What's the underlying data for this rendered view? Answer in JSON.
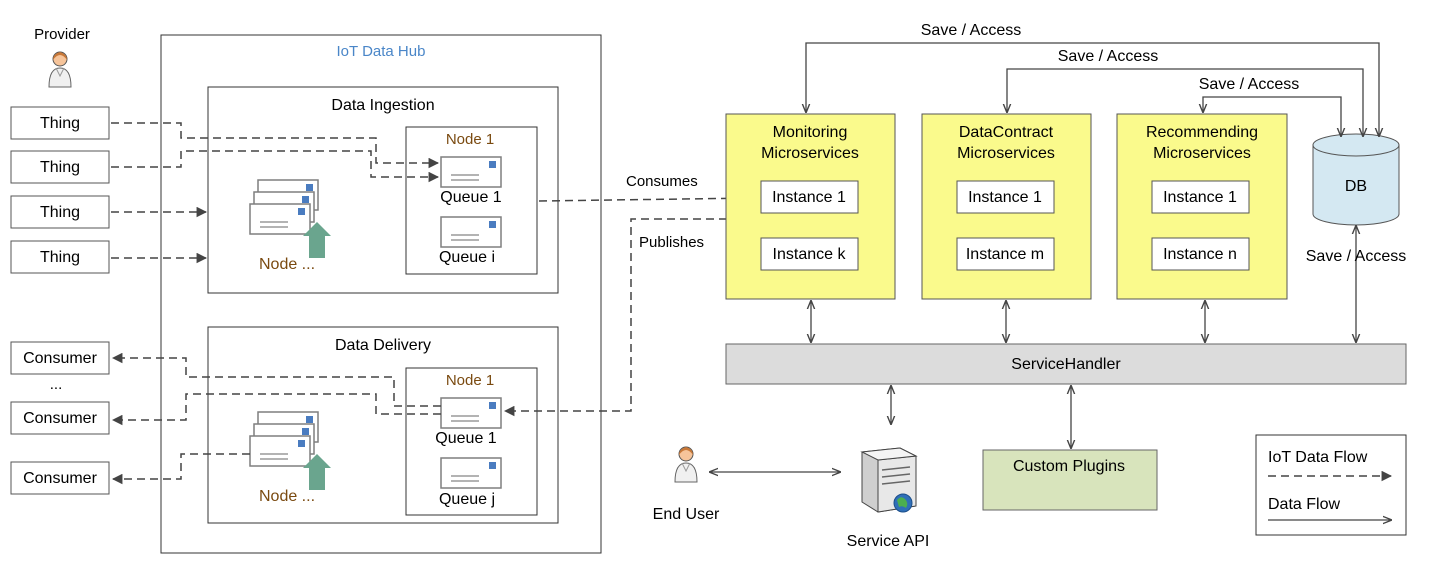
{
  "provider": {
    "label": "Provider"
  },
  "things": [
    "Thing",
    "Thing",
    "Thing",
    "Thing"
  ],
  "consumers": [
    "Consumer",
    "Consumer",
    "Consumer"
  ],
  "consumer_ellipsis": "...",
  "hub": {
    "title": "IoT Data Hub",
    "ingestion": {
      "title": "Data Ingestion",
      "node1": "Node 1",
      "queue1": "Queue 1",
      "queuei": "Queue i",
      "node_more": "Node ..."
    },
    "delivery": {
      "title": "Data Delivery",
      "node1": "Node 1",
      "queue1": "Queue 1",
      "queuej": "Queue j",
      "node_more": "Node ..."
    }
  },
  "flows": {
    "consumes": "Consumes",
    "publishes": "Publishes"
  },
  "save_access": [
    "Save / Access",
    "Save / Access",
    "Save / Access",
    "Save / Access"
  ],
  "microservices": [
    {
      "title_line1": "Monitoring",
      "title_line2": "Microservices",
      "instance_a": "Instance 1",
      "instance_b": "Instance k"
    },
    {
      "title_line1": "DataContract",
      "title_line2": "Microservices",
      "instance_a": "Instance 1",
      "instance_b": "Instance m"
    },
    {
      "title_line1": "Recommending",
      "title_line2": "Microservices",
      "instance_a": "Instance 1",
      "instance_b": "Instance n"
    }
  ],
  "db": {
    "label": "DB"
  },
  "service_handler": {
    "label": "ServiceHandler"
  },
  "custom_plugins": {
    "label": "Custom Plugins"
  },
  "service_api": {
    "label": "Service API"
  },
  "end_user": {
    "label": "End User"
  },
  "legend": {
    "iot_flow": "IoT Data Flow",
    "data_flow": "Data Flow"
  },
  "colors": {
    "hub_title": "#4a86c8",
    "node_label": "#7a4a10",
    "microservice_fill": "#fafa8c",
    "servicehandler_fill": "#dcdcdc",
    "plugins_fill": "#d8e4bc",
    "db_fill": "#d4e8f2",
    "arrow_green": "#6aa58e",
    "envelope_stamp": "#4a7cc0"
  }
}
